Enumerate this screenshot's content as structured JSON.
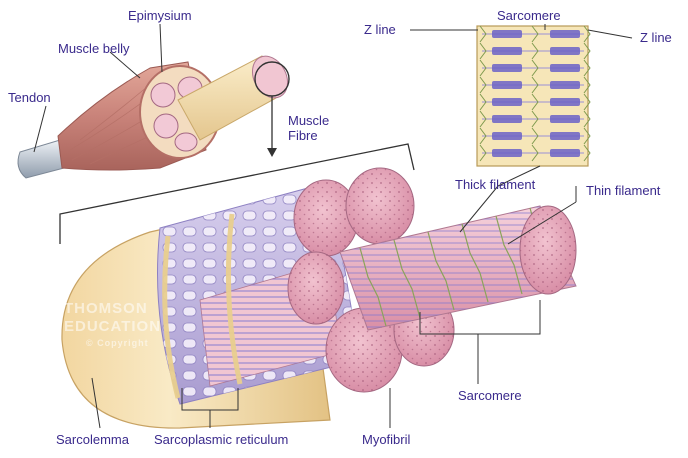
{
  "labels": {
    "epimysium": "Epimysium",
    "muscle_belly": "Muscle belly",
    "tendon": "Tendon",
    "muscle_fibre": "Muscle\nFibre",
    "z_line_left": "Z line",
    "sarcomere_top": "Sarcomere",
    "z_line_right": "Z line",
    "thick_filament": "Thick filament",
    "thin_filament": "Thin filament",
    "sarcomere_bottom": "Sarcomere",
    "sarcolemma": "Sarcolemma",
    "sarcoplasmic_reticulum": "Sarcoplasmic reticulum",
    "myofibril": "Myofibril"
  },
  "watermark": {
    "line1": "THOMSON",
    "line2": "EDUCATION",
    "line3": "© Copyright"
  },
  "colors": {
    "label_text": "#3a2a8c",
    "leader_line": "#333333",
    "muscle_red": "#c9837a",
    "tendon_gray": "#9aa7b5",
    "sheath_cream": "#f1ddb4",
    "myofibril_pink": "#e8aec0",
    "reticulum_lavender": "#bfb3dd",
    "thick_filament": "#6b62c7",
    "sarcomere_bg": "#f6e6b8"
  }
}
